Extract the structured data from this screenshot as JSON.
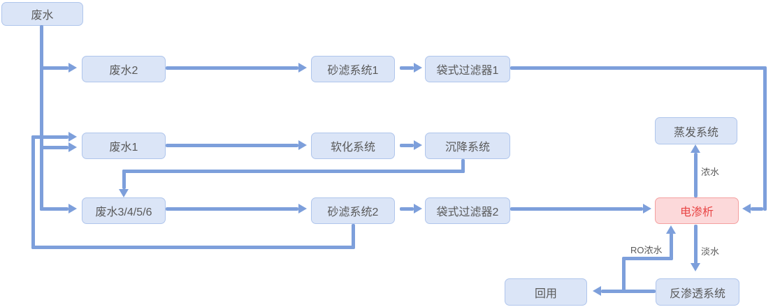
{
  "diagram": {
    "type": "flowchart",
    "language": "zh-CN",
    "nodes": {
      "wastewater": {
        "label": "废水"
      },
      "wastewater_2": {
        "label": "废水2"
      },
      "sand_filter_1": {
        "label": "砂滤系统1"
      },
      "bag_filter_1": {
        "label": "袋式过滤器1"
      },
      "wastewater_1": {
        "label": "废水1"
      },
      "softening_system": {
        "label": "软化系统"
      },
      "sedimentation_system": {
        "label": "沉降系统"
      },
      "wastewater_3456": {
        "label": "废水3/4/5/6"
      },
      "sand_filter_2": {
        "label": "砂滤系统2"
      },
      "bag_filter_2": {
        "label": "袋式过滤器2"
      },
      "electrodialysis": {
        "label": "电渗析",
        "highlighted": true
      },
      "evaporation_system": {
        "label": "蒸发系统"
      },
      "reverse_osmosis_system": {
        "label": "反渗透系统"
      },
      "reuse": {
        "label": "回用"
      }
    },
    "edge_labels": {
      "concentrate": "浓水",
      "fresh_water": "淡水",
      "ro_concentrate": "RO浓水"
    },
    "edges": [
      {
        "from": "废水",
        "to": "废水2"
      },
      {
        "from": "废水",
        "to": "废水1"
      },
      {
        "from": "废水",
        "to": "废水3/4/5/6"
      },
      {
        "from": "废水2",
        "to": "砂滤系统1"
      },
      {
        "from": "砂滤系统1",
        "to": "袋式过滤器1"
      },
      {
        "from": "袋式过滤器1",
        "to": "电渗析"
      },
      {
        "from": "废水1",
        "to": "软化系统"
      },
      {
        "from": "软化系统",
        "to": "沉降系统"
      },
      {
        "from": "沉降系统",
        "to": "废水3/4/5/6"
      },
      {
        "from": "废水3/4/5/6",
        "to": "砂滤系统2"
      },
      {
        "from": "砂滤系统2",
        "to": "袋式过滤器2"
      },
      {
        "from": "砂滤系统2",
        "to": "废水1"
      },
      {
        "from": "袋式过滤器2",
        "to": "电渗析"
      },
      {
        "from": "电渗析",
        "to": "蒸发系统",
        "label": "浓水"
      },
      {
        "from": "电渗析",
        "to": "反渗透系统",
        "label": "淡水"
      },
      {
        "from": "反渗透系统",
        "to": "回用"
      },
      {
        "from": "反渗透系统",
        "to": "电渗析",
        "label": "RO浓水"
      }
    ],
    "colors": {
      "line": "#7d9fdb",
      "node_fill": "#dbe5f7",
      "node_border": "#afc5ec",
      "node_text": "#595959",
      "highlight_fill": "#fcd9da",
      "highlight_border": "#f4a0a0",
      "highlight_text": "#e84545"
    }
  }
}
